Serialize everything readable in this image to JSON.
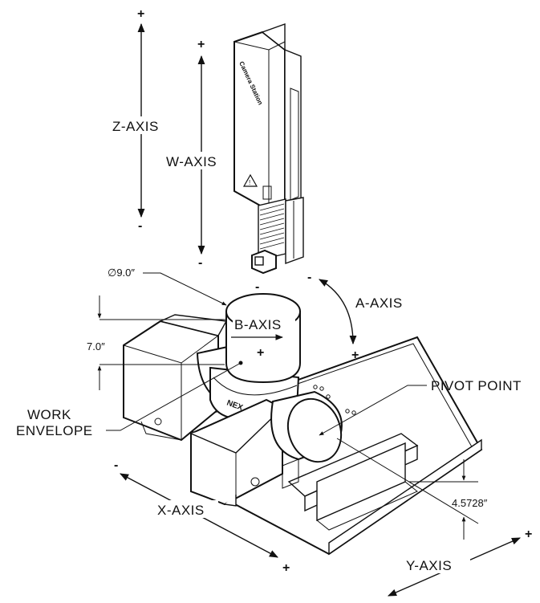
{
  "labels": {
    "z_axis": "Z-AXIS",
    "w_axis": "W-AXIS",
    "a_axis": "A-AXIS",
    "b_axis": "B-AXIS",
    "x_axis": "X-AXIS",
    "y_axis": "Y-AXIS",
    "pivot_point": "PIVOT POINT",
    "work_envelope_line1": "WORK",
    "work_envelope_line2": "ENVELOPE"
  },
  "dimensions": {
    "diameter": "∅9.0″",
    "height": "7.0″",
    "offset": "4.5728″"
  },
  "signs": {
    "plus": "+",
    "minus": "-"
  },
  "brand_text": "Camera Station"
}
